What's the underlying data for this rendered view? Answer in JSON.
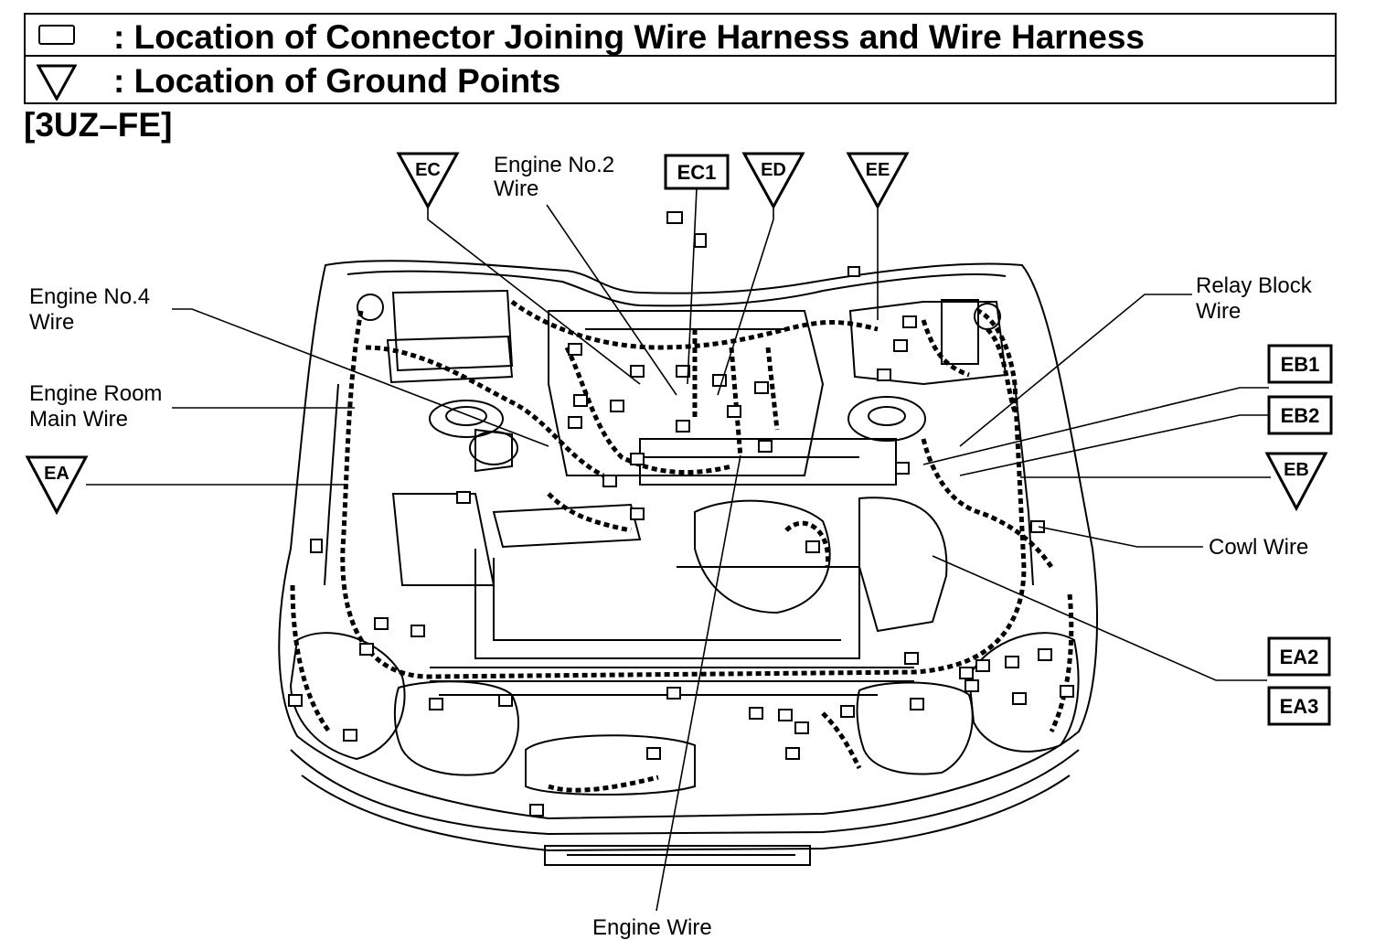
{
  "legend": {
    "connector_text": ": Location of Connector Joining Wire Harness and Wire Harness",
    "ground_text": ": Location of Ground Points"
  },
  "engine_code": "[3UZ–FE]",
  "ground_points": {
    "ea": "EA",
    "eb": "EB",
    "ec": "EC",
    "ed": "ED",
    "ee": "EE"
  },
  "connectors": {
    "ec1": "EC1",
    "eb1": "EB1",
    "eb2": "EB2",
    "ea2": "EA2",
    "ea3": "EA3"
  },
  "wires": {
    "engine_no2": [
      "Engine No.2",
      "Wire"
    ],
    "engine_no4": [
      "Engine No.4",
      "Wire"
    ],
    "engine_room_main": [
      "Engine Room",
      "Main Wire"
    ],
    "relay_block": [
      "Relay Block",
      "Wire"
    ],
    "cowl": "Cowl Wire",
    "engine": "Engine Wire"
  }
}
